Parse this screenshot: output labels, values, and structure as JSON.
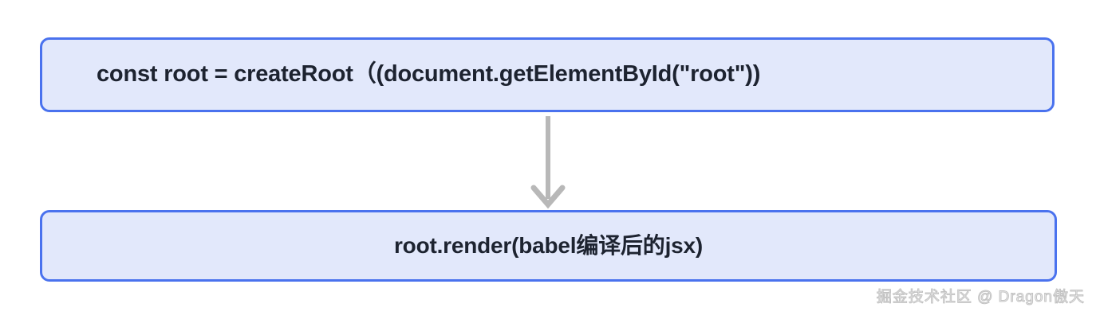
{
  "diagram": {
    "background_color": "#ffffff",
    "box_fill_color": "#e2e8fb",
    "box_border_color": "#4a72ee",
    "text_color": "#1d2330",
    "arrow_color": "#b2b2b2",
    "nodes": [
      {
        "id": "create-root",
        "label": "const root = createRoot（(document.getElementById(\"root\"))",
        "align": "left"
      },
      {
        "id": "root-render",
        "label": "root.render(babel编译后的jsx)",
        "align": "center"
      }
    ],
    "connector": {
      "from": "create-root",
      "to": "root-render",
      "type": "arrow-down"
    }
  },
  "watermark": {
    "text": "掘金技术社区 @ Dragon傲天",
    "color": "#c2c2c2"
  }
}
